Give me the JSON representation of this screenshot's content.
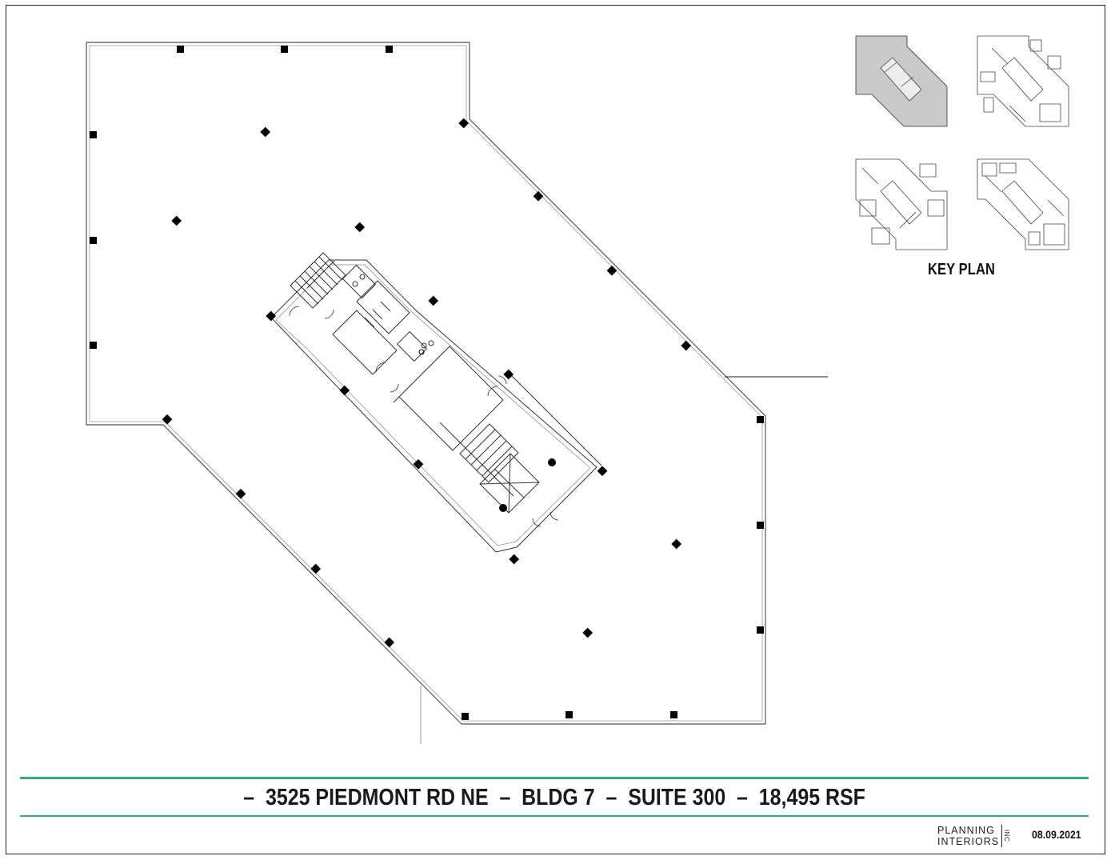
{
  "key_plan": {
    "label": "KEY PLAN"
  },
  "footer": {
    "title": "–  3525 PIEDMONT RD NE  –  BLDG 7  –  SUITE 300  –  18,495 RSF",
    "brand_line1": "PLANNING",
    "brand_line2": "INTERIORS",
    "brand_suffix": "INC",
    "date": "08.09.2021"
  },
  "colors": {
    "accent": "#2fb37a",
    "line": "#222222",
    "column": "#000000"
  }
}
